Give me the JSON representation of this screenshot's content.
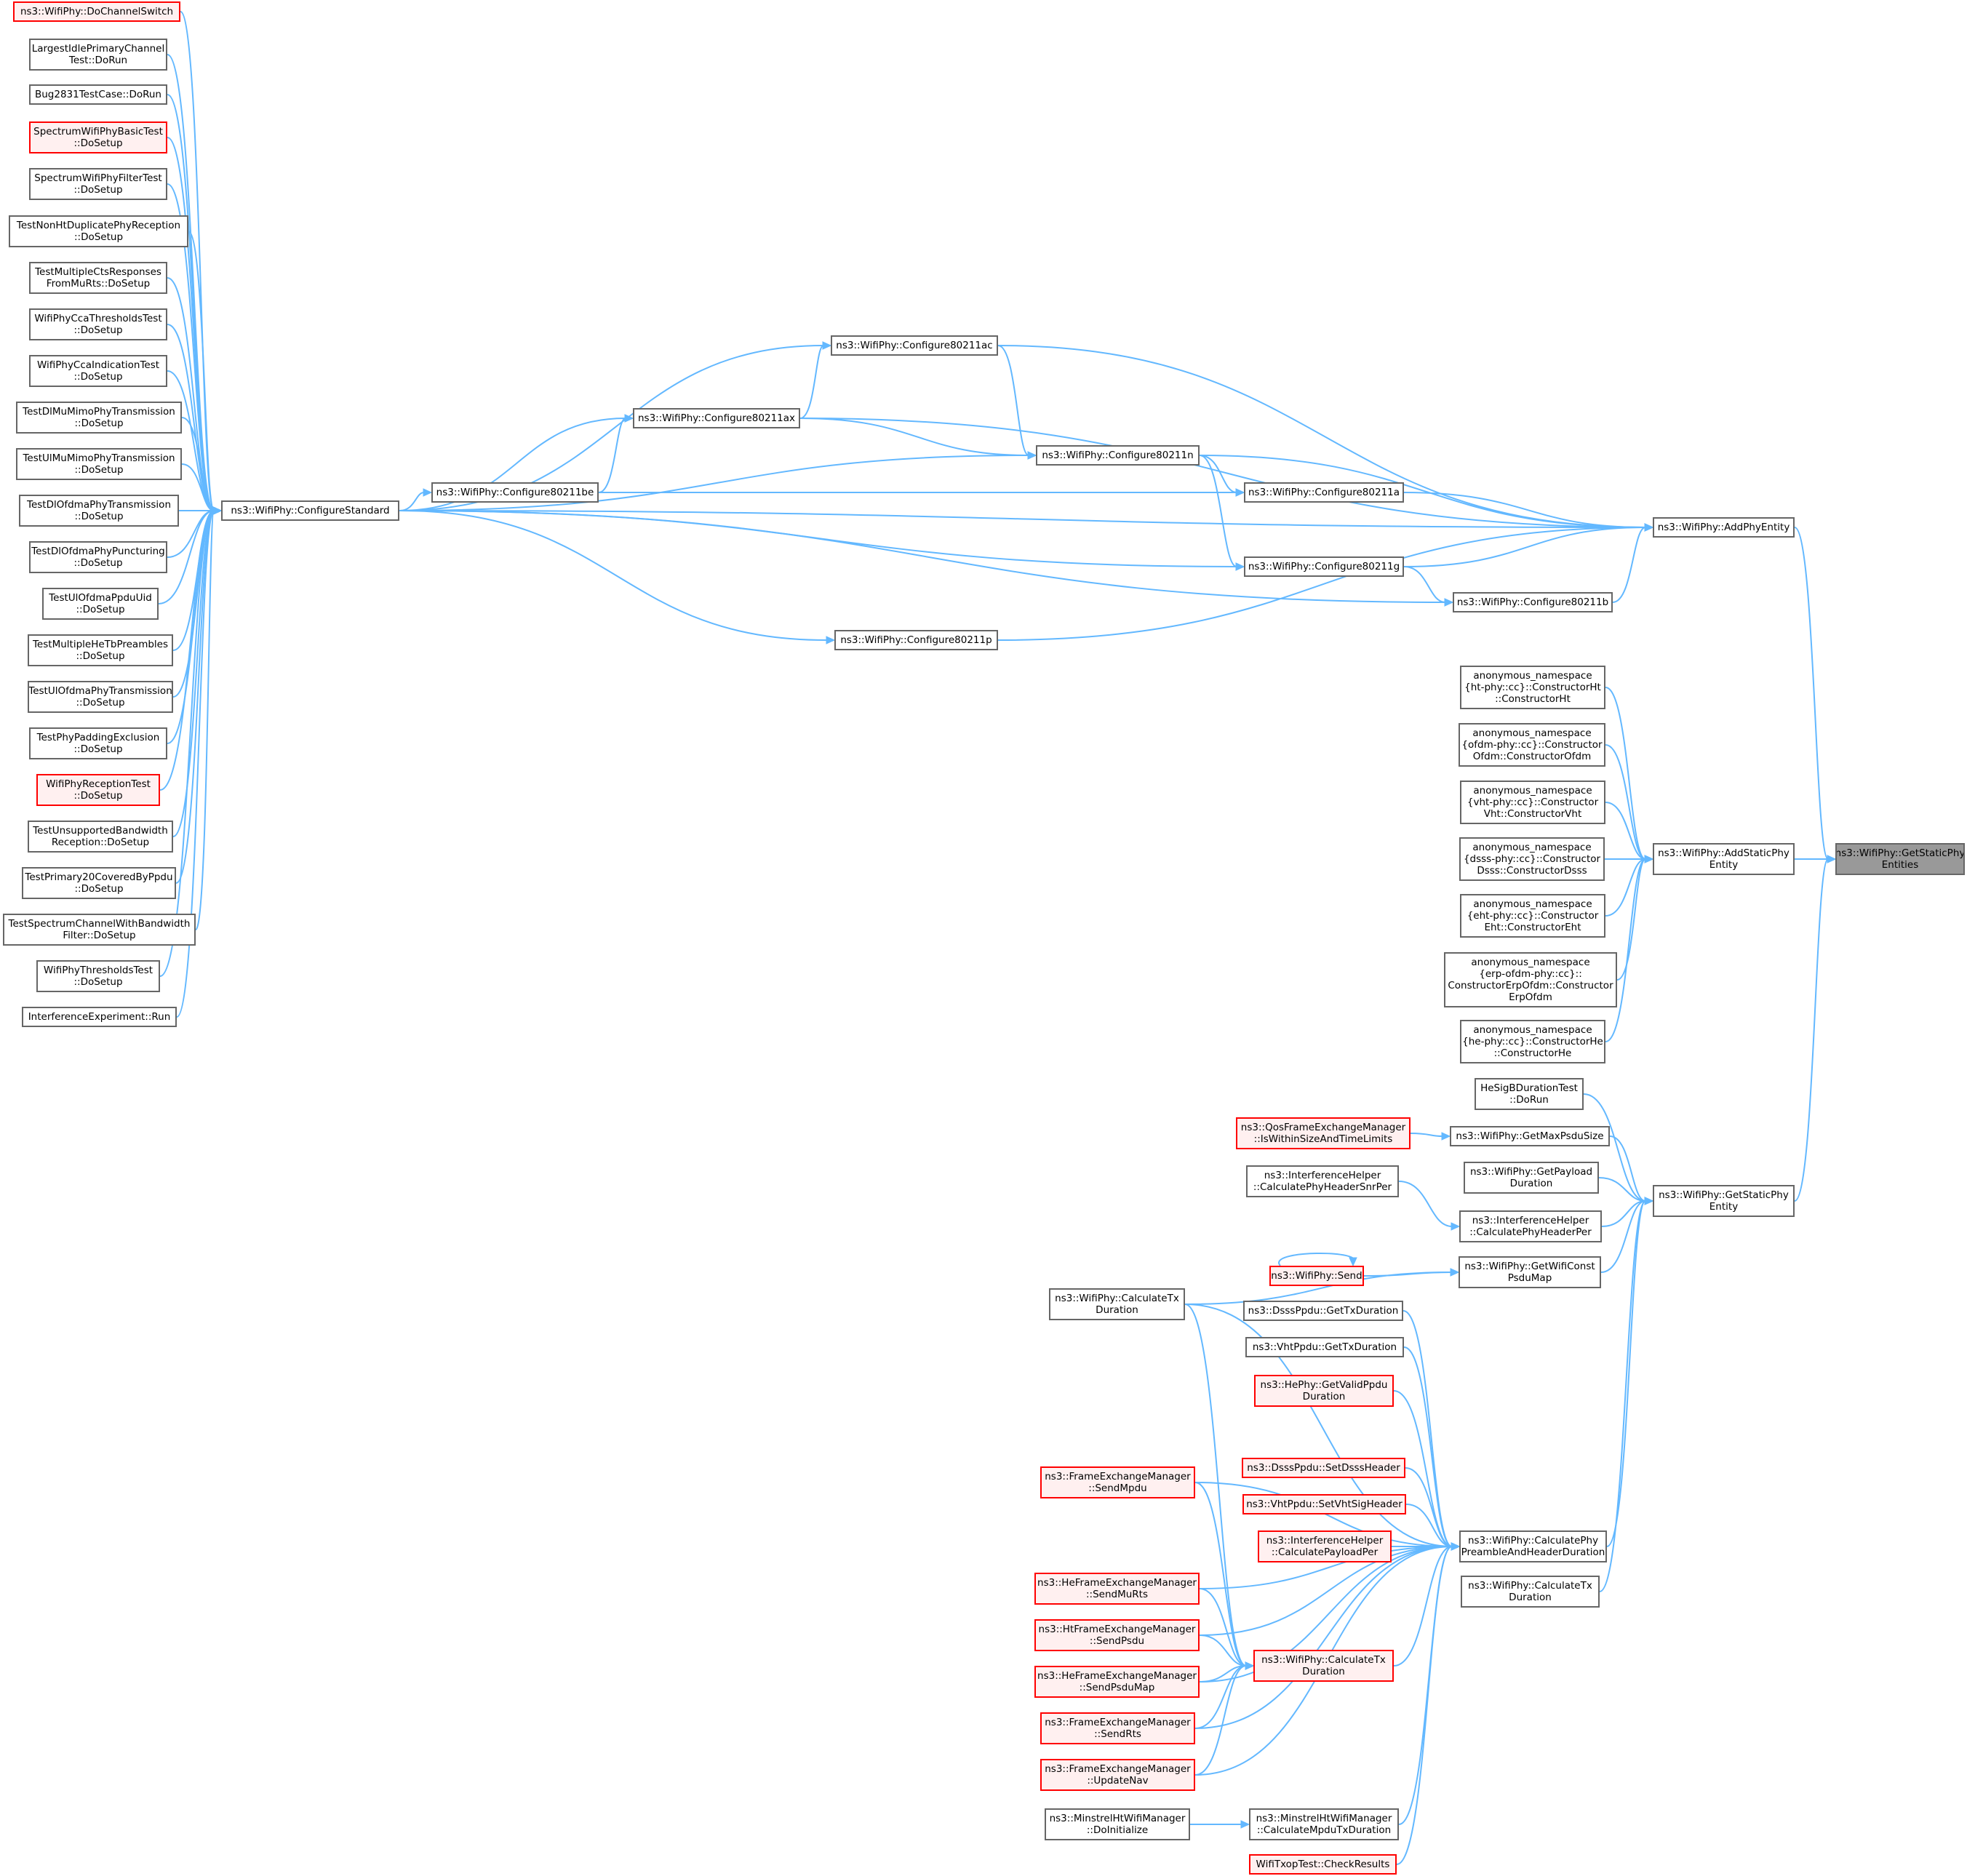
{
  "colors": {
    "edge": "#63b8ff",
    "node_border": "#666666",
    "node_fill": "#ffffff",
    "red_border": "#ff0000",
    "red_fill": "#fff0f0",
    "focus_fill": "#999999"
  },
  "nodes": [
    {
      "id": "focus",
      "lines": [
        "ns3::WifiPhy::GetStaticPhy",
        "Entities"
      ],
      "style": "gray"
    },
    {
      "id": "addPhyEntity",
      "lines": [
        "ns3::WifiPhy::AddPhyEntity"
      ],
      "style": "normal"
    },
    {
      "id": "addStaticPhyEntity",
      "lines": [
        "ns3::WifiPhy::AddStaticPhy",
        "Entity"
      ],
      "style": "normal"
    },
    {
      "id": "getStaticPhyEntity",
      "lines": [
        "ns3::WifiPhy::GetStaticPhy",
        "Entity"
      ],
      "style": "normal"
    },
    {
      "id": "c80211ac",
      "lines": [
        "ns3::WifiPhy::Configure80211ac"
      ],
      "style": "normal"
    },
    {
      "id": "c80211ax",
      "lines": [
        "ns3::WifiPhy::Configure80211ax"
      ],
      "style": "normal"
    },
    {
      "id": "c80211n",
      "lines": [
        "ns3::WifiPhy::Configure80211n"
      ],
      "style": "normal"
    },
    {
      "id": "c80211be",
      "lines": [
        "ns3::WifiPhy::Configure80211be"
      ],
      "style": "normal"
    },
    {
      "id": "c80211a",
      "lines": [
        "ns3::WifiPhy::Configure80211a"
      ],
      "style": "normal"
    },
    {
      "id": "c80211g",
      "lines": [
        "ns3::WifiPhy::Configure80211g"
      ],
      "style": "normal"
    },
    {
      "id": "c80211b",
      "lines": [
        "ns3::WifiPhy::Configure80211b"
      ],
      "style": "normal"
    },
    {
      "id": "c80211p",
      "lines": [
        "ns3::WifiPhy::Configure80211p"
      ],
      "style": "normal"
    },
    {
      "id": "configureStandard",
      "lines": [
        "ns3::WifiPhy::ConfigureStandard"
      ],
      "style": "normal"
    },
    {
      "id": "doChannelSwitch",
      "lines": [
        "ns3::WifiPhy::DoChannelSwitch"
      ],
      "style": "red"
    },
    {
      "id": "largestIdle",
      "lines": [
        "LargestIdlePrimaryChannel",
        "Test::DoRun"
      ],
      "style": "normal"
    },
    {
      "id": "bug2831",
      "lines": [
        "Bug2831TestCase::DoRun"
      ],
      "style": "normal"
    },
    {
      "id": "spectrumBasic",
      "lines": [
        "SpectrumWifiPhyBasicTest",
        "::DoSetup"
      ],
      "style": "red"
    },
    {
      "id": "spectrumFilter",
      "lines": [
        "SpectrumWifiPhyFilterTest",
        "::DoSetup"
      ],
      "style": "normal"
    },
    {
      "id": "testNonHt",
      "lines": [
        "TestNonHtDuplicatePhyReception",
        "::DoSetup"
      ],
      "style": "normal"
    },
    {
      "id": "testMultipleCts",
      "lines": [
        "TestMultipleCtsResponses",
        "FromMuRts::DoSetup"
      ],
      "style": "normal"
    },
    {
      "id": "ccaThresholds",
      "lines": [
        "WifiPhyCcaThresholdsTest",
        "::DoSetup"
      ],
      "style": "normal"
    },
    {
      "id": "ccaIndication",
      "lines": [
        "WifiPhyCcaIndicationTest",
        "::DoSetup"
      ],
      "style": "normal"
    },
    {
      "id": "dlMuMimo",
      "lines": [
        "TestDlMuMimoPhyTransmission",
        "::DoSetup"
      ],
      "style": "normal"
    },
    {
      "id": "ulMuMimo",
      "lines": [
        "TestUlMuMimoPhyTransmission",
        "::DoSetup"
      ],
      "style": "normal"
    },
    {
      "id": "dlOfdma",
      "lines": [
        "TestDlOfdmaPhyTransmission",
        "::DoSetup"
      ],
      "style": "normal"
    },
    {
      "id": "dlOfdmaPunct",
      "lines": [
        "TestDlOfdmaPhyPuncturing",
        "::DoSetup"
      ],
      "style": "normal"
    },
    {
      "id": "ulOfdmaPpdu",
      "lines": [
        "TestUlOfdmaPpduUid",
        "::DoSetup"
      ],
      "style": "normal"
    },
    {
      "id": "multipleHeTb",
      "lines": [
        "TestMultipleHeTbPreambles",
        "::DoSetup"
      ],
      "style": "normal"
    },
    {
      "id": "ulOfdmaTx",
      "lines": [
        "TestUlOfdmaPhyTransmission",
        "::DoSetup"
      ],
      "style": "normal"
    },
    {
      "id": "phyPadding",
      "lines": [
        "TestPhyPaddingExclusion",
        "::DoSetup"
      ],
      "style": "normal"
    },
    {
      "id": "phyReception",
      "lines": [
        "WifiPhyReceptionTest",
        "::DoSetup"
      ],
      "style": "red"
    },
    {
      "id": "unsupportedBw",
      "lines": [
        "TestUnsupportedBandwidth",
        "Reception::DoSetup"
      ],
      "style": "normal"
    },
    {
      "id": "primary20",
      "lines": [
        "TestPrimary20CoveredByPpdu",
        "::DoSetup"
      ],
      "style": "normal"
    },
    {
      "id": "spectrumChannelBw",
      "lines": [
        "TestSpectrumChannelWithBandwidth",
        "Filter::DoSetup"
      ],
      "style": "normal"
    },
    {
      "id": "phyThresholds",
      "lines": [
        "WifiPhyThresholdsTest",
        "::DoSetup"
      ],
      "style": "normal"
    },
    {
      "id": "interferenceRun",
      "lines": [
        "InterferenceExperiment::Run"
      ],
      "style": "normal"
    },
    {
      "id": "ctorHt",
      "lines": [
        "anonymous_namespace",
        "{ht-phy::cc}::ConstructorHt",
        "::ConstructorHt"
      ],
      "style": "normal"
    },
    {
      "id": "ctorOfdm",
      "lines": [
        "anonymous_namespace",
        "{ofdm-phy::cc}::Constructor",
        "Ofdm::ConstructorOfdm"
      ],
      "style": "normal"
    },
    {
      "id": "ctorVht",
      "lines": [
        "anonymous_namespace",
        "{vht-phy::cc}::Constructor",
        "Vht::ConstructorVht"
      ],
      "style": "normal"
    },
    {
      "id": "ctorDsss",
      "lines": [
        "anonymous_namespace",
        "{dsss-phy::cc}::Constructor",
        "Dsss::ConstructorDsss"
      ],
      "style": "normal"
    },
    {
      "id": "ctorEht",
      "lines": [
        "anonymous_namespace",
        "{eht-phy::cc}::Constructor",
        "Eht::ConstructorEht"
      ],
      "style": "normal"
    },
    {
      "id": "ctorErpOfdm",
      "lines": [
        "anonymous_namespace",
        "{erp-ofdm-phy::cc}::",
        "ConstructorErpOfdm::Constructor",
        "ErpOfdm"
      ],
      "style": "normal"
    },
    {
      "id": "ctorHe",
      "lines": [
        "anonymous_namespace",
        "{he-phy::cc}::ConstructorHe",
        "::ConstructorHe"
      ],
      "style": "normal"
    },
    {
      "id": "heSigB",
      "lines": [
        "HeSigBDurationTest",
        "::DoRun"
      ],
      "style": "normal"
    },
    {
      "id": "getMaxPsdu",
      "lines": [
        "ns3::WifiPhy::GetMaxPsduSize"
      ],
      "style": "normal"
    },
    {
      "id": "qosWithin",
      "lines": [
        "ns3::QosFrameExchangeManager",
        "::IsWithinSizeAndTimeLimits"
      ],
      "style": "red"
    },
    {
      "id": "getPayloadDur",
      "lines": [
        "ns3::WifiPhy::GetPayload",
        "Duration"
      ],
      "style": "normal"
    },
    {
      "id": "ihCalcSnrPer",
      "lines": [
        "ns3::InterferenceHelper",
        "::CalculatePhyHeaderSnrPer"
      ],
      "style": "normal"
    },
    {
      "id": "ihCalcHeaderPer",
      "lines": [
        "ns3::InterferenceHelper",
        "::CalculatePhyHeaderPer"
      ],
      "style": "normal"
    },
    {
      "id": "getWifiConstPsdu",
      "lines": [
        "ns3::WifiPhy::GetWifiConst",
        "PsduMap"
      ],
      "style": "normal"
    },
    {
      "id": "send",
      "lines": [
        "ns3::WifiPhy::Send"
      ],
      "style": "red"
    },
    {
      "id": "calcTxDurA",
      "lines": [
        "ns3::WifiPhy::CalculateTx",
        "Duration"
      ],
      "style": "normal"
    },
    {
      "id": "dsssGetTx",
      "lines": [
        "ns3::DsssPpdu::GetTxDuration"
      ],
      "style": "normal"
    },
    {
      "id": "vhtGetTx",
      "lines": [
        "ns3::VhtPpdu::GetTxDuration"
      ],
      "style": "normal"
    },
    {
      "id": "heGetValid",
      "lines": [
        "ns3::HePhy::GetValidPpdu",
        "Duration"
      ],
      "style": "red"
    },
    {
      "id": "feSendMpdu",
      "lines": [
        "ns3::FrameExchangeManager",
        "::SendMpdu"
      ],
      "style": "red"
    },
    {
      "id": "dsssSetHeader",
      "lines": [
        "ns3::DsssPpdu::SetDsssHeader"
      ],
      "style": "red"
    },
    {
      "id": "vhtSetSig",
      "lines": [
        "ns3::VhtPpdu::SetVhtSigHeader"
      ],
      "style": "red"
    },
    {
      "id": "ihCalcPayloadPer",
      "lines": [
        "ns3::InterferenceHelper",
        "::CalculatePayloadPer"
      ],
      "style": "red"
    },
    {
      "id": "calcPreamble",
      "lines": [
        "ns3::WifiPhy::CalculatePhy",
        "PreambleAndHeaderDuration"
      ],
      "style": "normal"
    },
    {
      "id": "calcTxDurB",
      "lines": [
        "ns3::WifiPhy::CalculateTx",
        "Duration"
      ],
      "style": "normal"
    },
    {
      "id": "heSendMuRts",
      "lines": [
        "ns3::HeFrameExchangeManager",
        "::SendMuRts"
      ],
      "style": "red"
    },
    {
      "id": "htSendPsdu",
      "lines": [
        "ns3::HtFrameExchangeManager",
        "::SendPsdu"
      ],
      "style": "red"
    },
    {
      "id": "calcTxDurC",
      "lines": [
        "ns3::WifiPhy::CalculateTx",
        "Duration"
      ],
      "style": "red"
    },
    {
      "id": "heSendPsduMap",
      "lines": [
        "ns3::HeFrameExchangeManager",
        "::SendPsduMap"
      ],
      "style": "red"
    },
    {
      "id": "feSendRts",
      "lines": [
        "ns3::FrameExchangeManager",
        "::SendRts"
      ],
      "style": "red"
    },
    {
      "id": "feUpdateNav",
      "lines": [
        "ns3::FrameExchangeManager",
        "::UpdateNav"
      ],
      "style": "red"
    },
    {
      "id": "minstrelDoInit",
      "lines": [
        "ns3::MinstrelHtWifiManager",
        "::DoInitialize"
      ],
      "style": "normal"
    },
    {
      "id": "minstrelCalcMpdu",
      "lines": [
        "ns3::MinstrelHtWifiManager",
        "::CalculateMpduTxDuration"
      ],
      "style": "normal"
    },
    {
      "id": "txopCheck",
      "lines": [
        "WifiTxopTest::CheckResults"
      ],
      "style": "red"
    }
  ]
}
